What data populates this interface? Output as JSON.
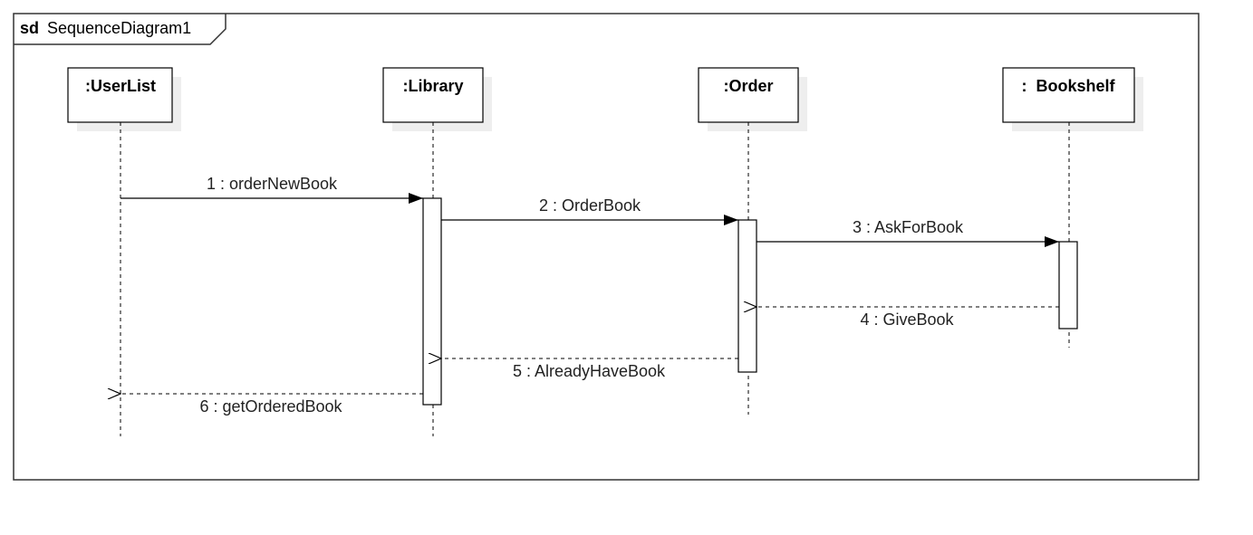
{
  "frame": {
    "keyword": "sd",
    "name": "SequenceDiagram1"
  },
  "lifelines": [
    {
      "id": "userlist",
      "name": ":UserList"
    },
    {
      "id": "library",
      "name": ":Library"
    },
    {
      "id": "order",
      "name": ":Order"
    },
    {
      "id": "bookshelf",
      "name": ":  Bookshelf"
    }
  ],
  "messages": [
    {
      "label": "1 : orderNewBook",
      "from": "userlist",
      "to": "library",
      "kind": "sync"
    },
    {
      "label": "2 : OrderBook",
      "from": "library",
      "to": "order",
      "kind": "sync"
    },
    {
      "label": "3 : AskForBook",
      "from": "order",
      "to": "bookshelf",
      "kind": "sync"
    },
    {
      "label": "4 : GiveBook",
      "from": "bookshelf",
      "to": "order",
      "kind": "reply"
    },
    {
      "label": "5 : AlreadyHaveBook",
      "from": "order",
      "to": "library",
      "kind": "reply"
    },
    {
      "label": "6 : getOrderedBook",
      "from": "library",
      "to": "userlist",
      "kind": "reply"
    }
  ],
  "colors": {
    "line": "#000000",
    "frame_border": "#333333",
    "shadow": "#eeeeee"
  }
}
